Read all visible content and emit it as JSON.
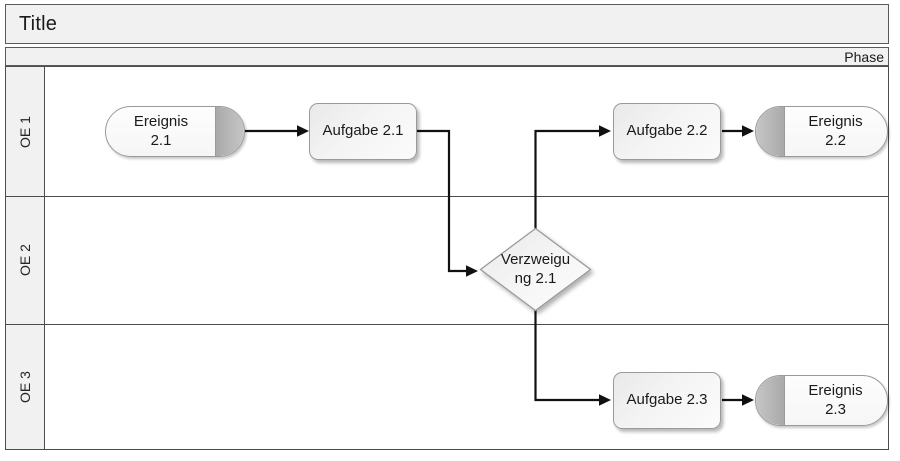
{
  "header": {
    "title": "Title",
    "phase_label": "Phase"
  },
  "lanes": [
    {
      "label": "OE 1"
    },
    {
      "label": "OE 2"
    },
    {
      "label": "OE 3"
    }
  ],
  "nodes": {
    "event_2_1": {
      "line1": "Ereignis",
      "line2": "2.1"
    },
    "task_2_1": {
      "label": "Aufgabe 2.1"
    },
    "decision_2_1": {
      "line1": "Verzweigu",
      "line2": "ng 2.1"
    },
    "task_2_2": {
      "label": "Aufgabe 2.2"
    },
    "event_2_2": {
      "line1": "Ereignis",
      "line2": "2.2"
    },
    "task_2_3": {
      "label": "Aufgabe 2.3"
    },
    "event_2_3": {
      "line1": "Ereignis",
      "line2": "2.3"
    }
  },
  "colors": {
    "band_fill": "#f1f1f1",
    "frame_border": "#4d4d4d",
    "shape_border": "#9a9a9a",
    "event_cap_gray": "#b5b5b5",
    "connector": "#111111",
    "text": "#1f1f1f"
  }
}
